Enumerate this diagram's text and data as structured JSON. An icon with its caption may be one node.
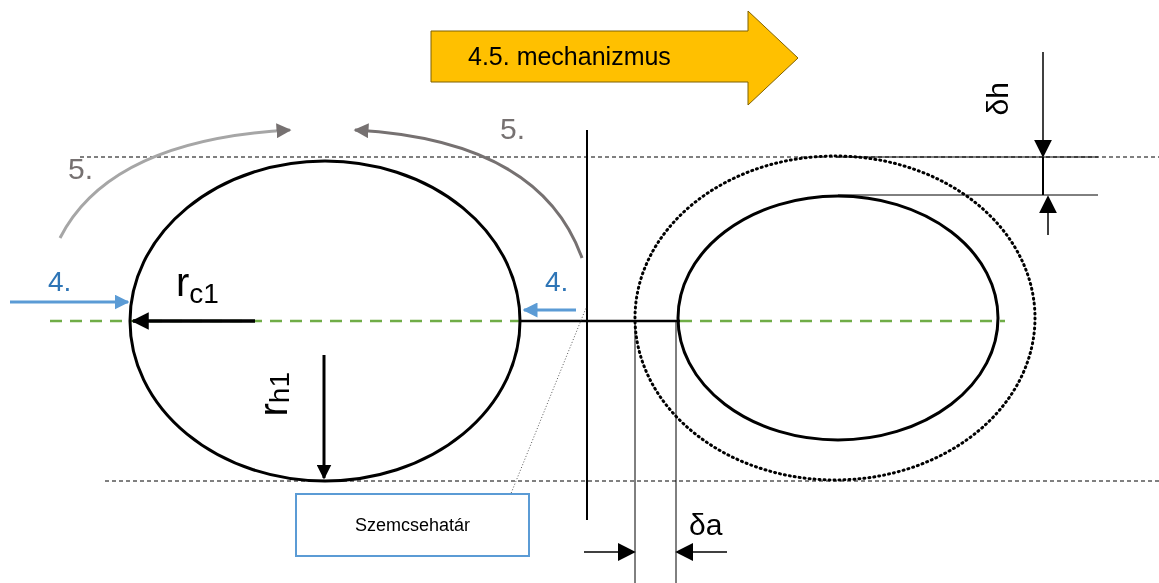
{
  "diagram": {
    "nodes": [
      {
        "text": [
          "4.5. mechanizmus"
        ]
      },
      {
        "text": [
          "Szemcsehatár"
        ]
      },
      {
        "text": [],
        "shape": "line"
      }
    ],
    "edges": [
      {
        "from": 1,
        "to": 2,
        "arrow": "none"
      }
    ],
    "labels": [
      "δh",
      "5.",
      "5.",
      "4.",
      "4.",
      "r$_{c1}$",
      "r$_{h1}$",
      "δa"
    ]
  }
}
